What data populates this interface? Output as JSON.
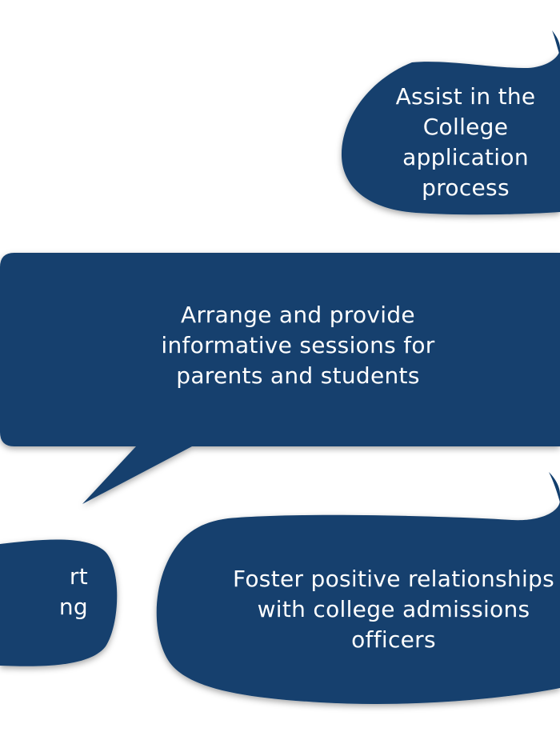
{
  "colors": {
    "bubble_fill": "#123f6e",
    "text": "#ffffff",
    "background": "#ffffff"
  },
  "bubbles": {
    "top_right": {
      "lines": [
        "Assist in the",
        "College",
        "application",
        "process"
      ]
    },
    "center": {
      "lines": [
        "Arrange and provide",
        "informative sessions for",
        "parents and students"
      ]
    },
    "bottom_left": {
      "lines": [
        "rt",
        "ng"
      ]
    },
    "bottom_right": {
      "lines": [
        "Foster positive relationships",
        "with college admissions",
        "officers"
      ]
    }
  }
}
